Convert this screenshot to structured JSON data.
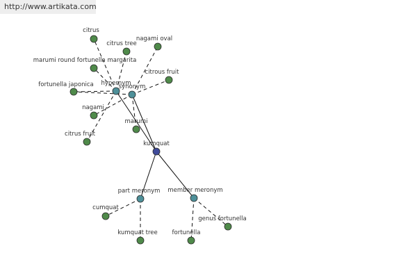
{
  "site_url": "http://www.artikata.com",
  "colors": {
    "leaf": "#4f8a4a",
    "relation": "#4e9099",
    "center": "#3f4a9a",
    "node_stroke": "#2c2c2c",
    "edge": "#111111"
  },
  "nodes": {
    "kumquat": "kumquat",
    "hypernym": "hypernym",
    "synonym": "synonym",
    "part_meronym": "part meronym",
    "member_meronym": "member meronym",
    "citrus": "citrus",
    "citrus_tree": "citrus tree",
    "nagami_oval": "nagami oval",
    "marumi_round": "marumi round fortunella margarita",
    "citrous_fruit": "citrous fruit",
    "fortunella_japonica": "fortunella japonica",
    "nagami": "nagami",
    "marumi": "marumi",
    "citrus_fruit": "citrus fruit",
    "cumquat": "cumquat",
    "kumquat_tree": "kumquat tree",
    "fortunella": "fortunella",
    "genus_fortunella": "genus fortunella"
  }
}
